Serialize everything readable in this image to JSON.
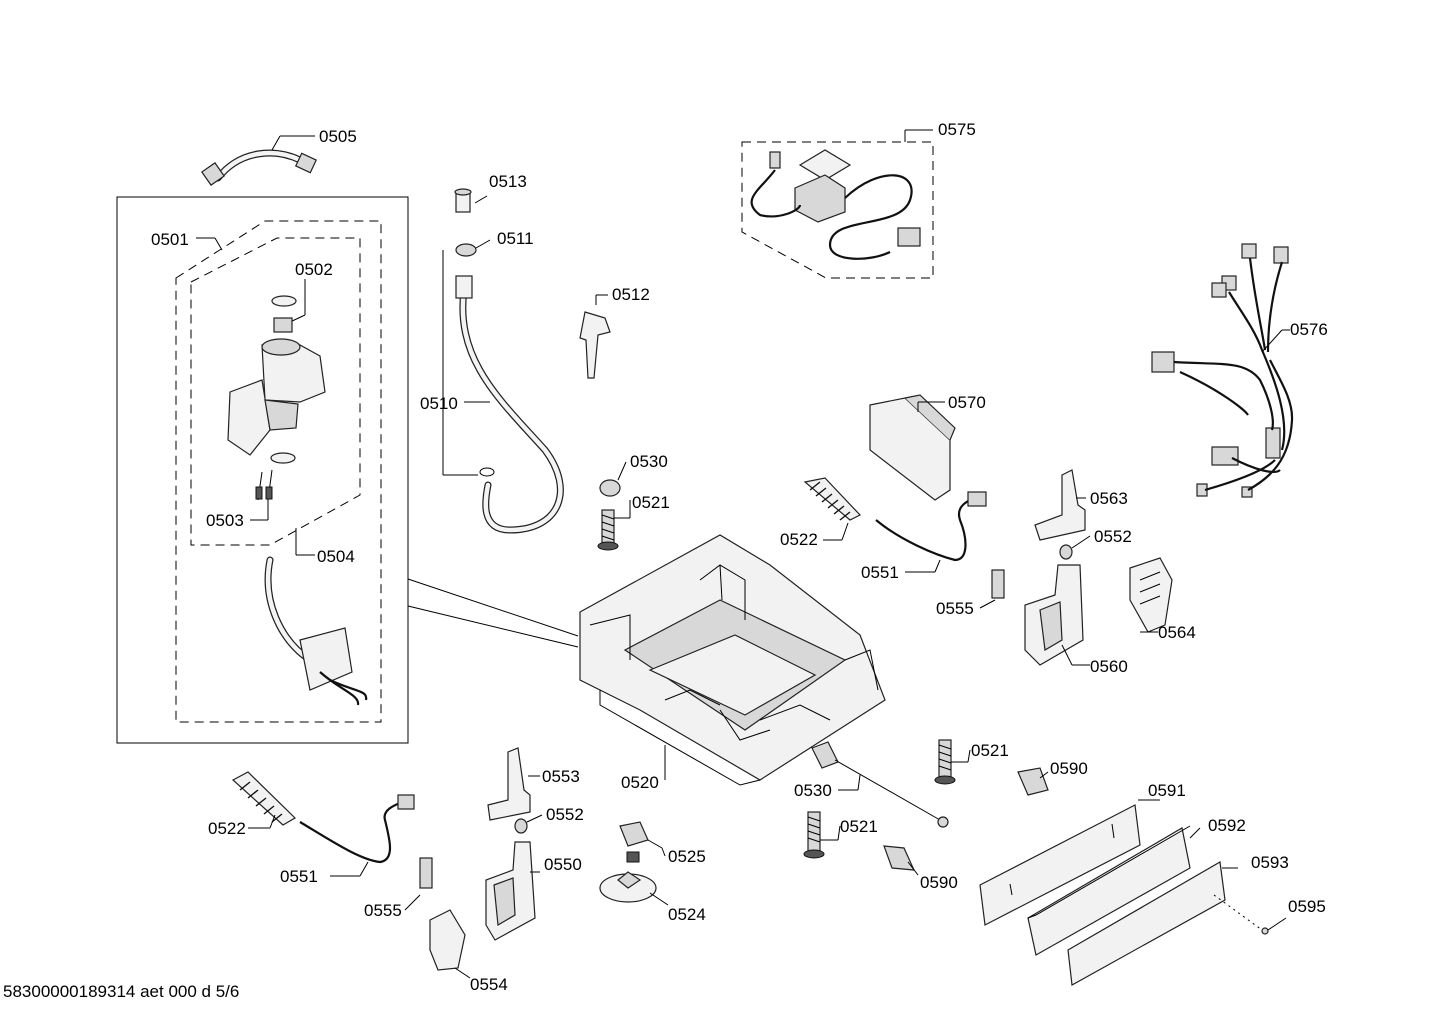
{
  "parts": [
    {
      "id": "0505",
      "name": "label-0505"
    },
    {
      "id": "0501",
      "name": "label-0501"
    },
    {
      "id": "0502",
      "name": "label-0502"
    },
    {
      "id": "0503",
      "name": "label-0503"
    },
    {
      "id": "0504",
      "name": "label-0504"
    },
    {
      "id": "0513",
      "name": "label-0513"
    },
    {
      "id": "0511",
      "name": "label-0511"
    },
    {
      "id": "0512",
      "name": "label-0512"
    },
    {
      "id": "0510",
      "name": "label-0510"
    },
    {
      "id": "0530",
      "name": "label-0530-upper"
    },
    {
      "id": "0521",
      "name": "label-0521-upper"
    },
    {
      "id": "0575",
      "name": "label-0575"
    },
    {
      "id": "0576",
      "name": "label-0576"
    },
    {
      "id": "0570",
      "name": "label-0570"
    },
    {
      "id": "0522",
      "name": "label-0522-right"
    },
    {
      "id": "0551",
      "name": "label-0551-right"
    },
    {
      "id": "0563",
      "name": "label-0563"
    },
    {
      "id": "0552",
      "name": "label-0552-right"
    },
    {
      "id": "0555",
      "name": "label-0555-right"
    },
    {
      "id": "0564",
      "name": "label-0564"
    },
    {
      "id": "0560",
      "name": "label-0560"
    },
    {
      "id": "0520",
      "name": "label-0520"
    },
    {
      "id": "0553",
      "name": "label-0553"
    },
    {
      "id": "0552",
      "name": "label-0552-left"
    },
    {
      "id": "0550",
      "name": "label-0550"
    },
    {
      "id": "0522",
      "name": "label-0522-left"
    },
    {
      "id": "0551",
      "name": "label-0551-left"
    },
    {
      "id": "0555",
      "name": "label-0555-left"
    },
    {
      "id": "0554",
      "name": "label-0554"
    },
    {
      "id": "0525",
      "name": "label-0525"
    },
    {
      "id": "0524",
      "name": "label-0524"
    },
    {
      "id": "0530",
      "name": "label-0530-lower"
    },
    {
      "id": "0521",
      "name": "label-0521-right"
    },
    {
      "id": "0590",
      "name": "label-0590-upper"
    },
    {
      "id": "0521",
      "name": "label-0521-lower"
    },
    {
      "id": "0590",
      "name": "label-0590-lower"
    },
    {
      "id": "0591",
      "name": "label-0591"
    },
    {
      "id": "0592",
      "name": "label-0592"
    },
    {
      "id": "0593",
      "name": "label-0593"
    },
    {
      "id": "0595",
      "name": "label-0595"
    }
  ],
  "footer": "58300000189314 aet 000 d 5/6"
}
